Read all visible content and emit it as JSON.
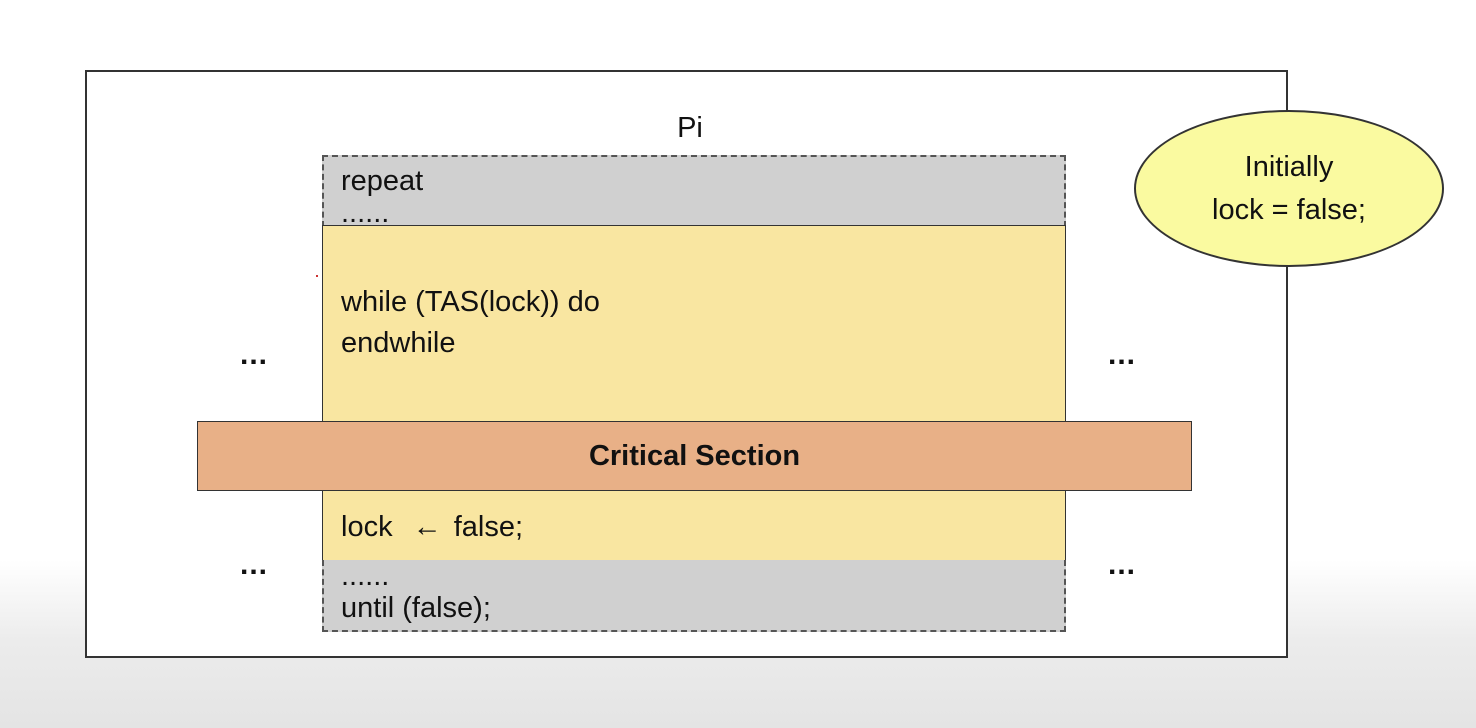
{
  "diagram": {
    "process_label": "Pi",
    "entry_section": {
      "line1": "repeat",
      "line2": "......"
    },
    "entry_code": {
      "line1": "while (TAS(lock)) do",
      "line2": "endwhile"
    },
    "critical_section": "Critical Section",
    "exit_code": {
      "lock_text": "lock",
      "arrow": "←",
      "value_text": "false;"
    },
    "remainder_section": {
      "line1": "......",
      "line2": "until (false);"
    },
    "side_dots": "...",
    "note": {
      "line1": "Initially",
      "line2": "lock = false;"
    }
  }
}
